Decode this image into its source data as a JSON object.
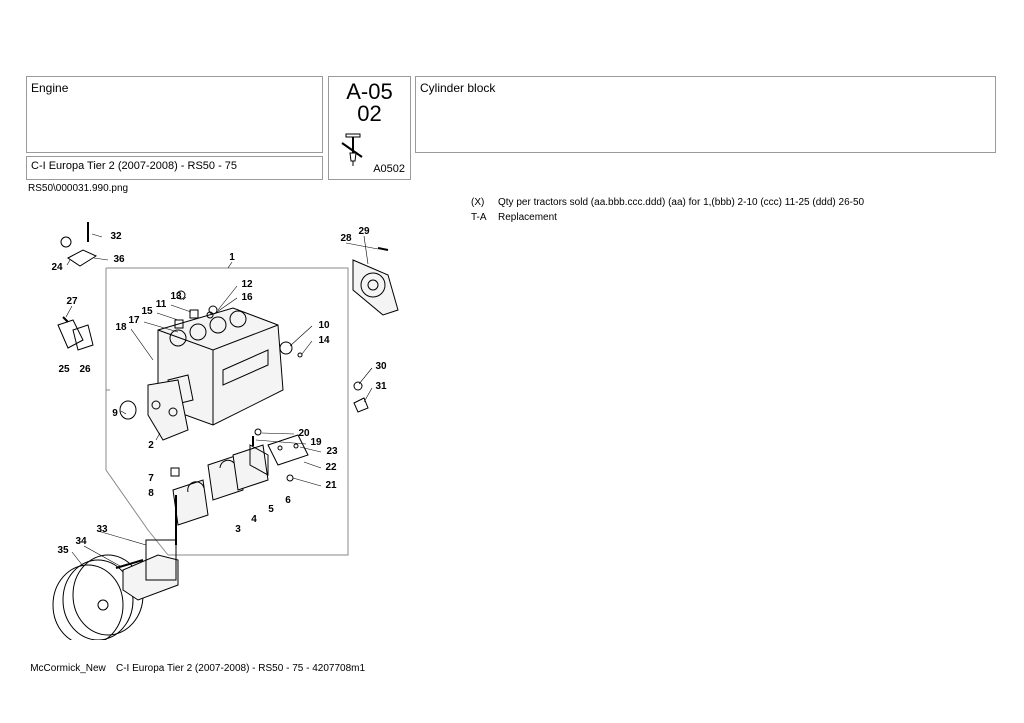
{
  "header": {
    "section": "Engine",
    "model": "C-I Europa Tier 2 (2007-2008) - RS50 - 75",
    "page_code": "A-05",
    "page_sub": "02",
    "ref_code": "A0502",
    "title": "Cylinder block"
  },
  "image_file": "RS50\\000031.990.png",
  "legend": [
    {
      "key": "(X)",
      "text": "Qty per tractors sold  (aa.bbb.ccc.ddd) (aa) for 1,(bbb) 2-10 (ccc) 11-25 (ddd) 26-50"
    },
    {
      "key": "T-A",
      "text": "Replacement"
    }
  ],
  "callouts": [
    "1",
    "2",
    "3",
    "4",
    "5",
    "6",
    "7",
    "8",
    "9",
    "10",
    "11",
    "12",
    "13",
    "14",
    "15",
    "16",
    "17",
    "18",
    "19",
    "20",
    "21",
    "22",
    "23",
    "24",
    "25",
    "26",
    "27",
    "28",
    "29",
    "30",
    "31",
    "32",
    "33",
    "34",
    "35",
    "36"
  ],
  "footer": {
    "brand": "McCormick_New",
    "doc": "C-I Europa Tier 2 (2007-2008) - RS50 - 75 - 4207708m1"
  }
}
